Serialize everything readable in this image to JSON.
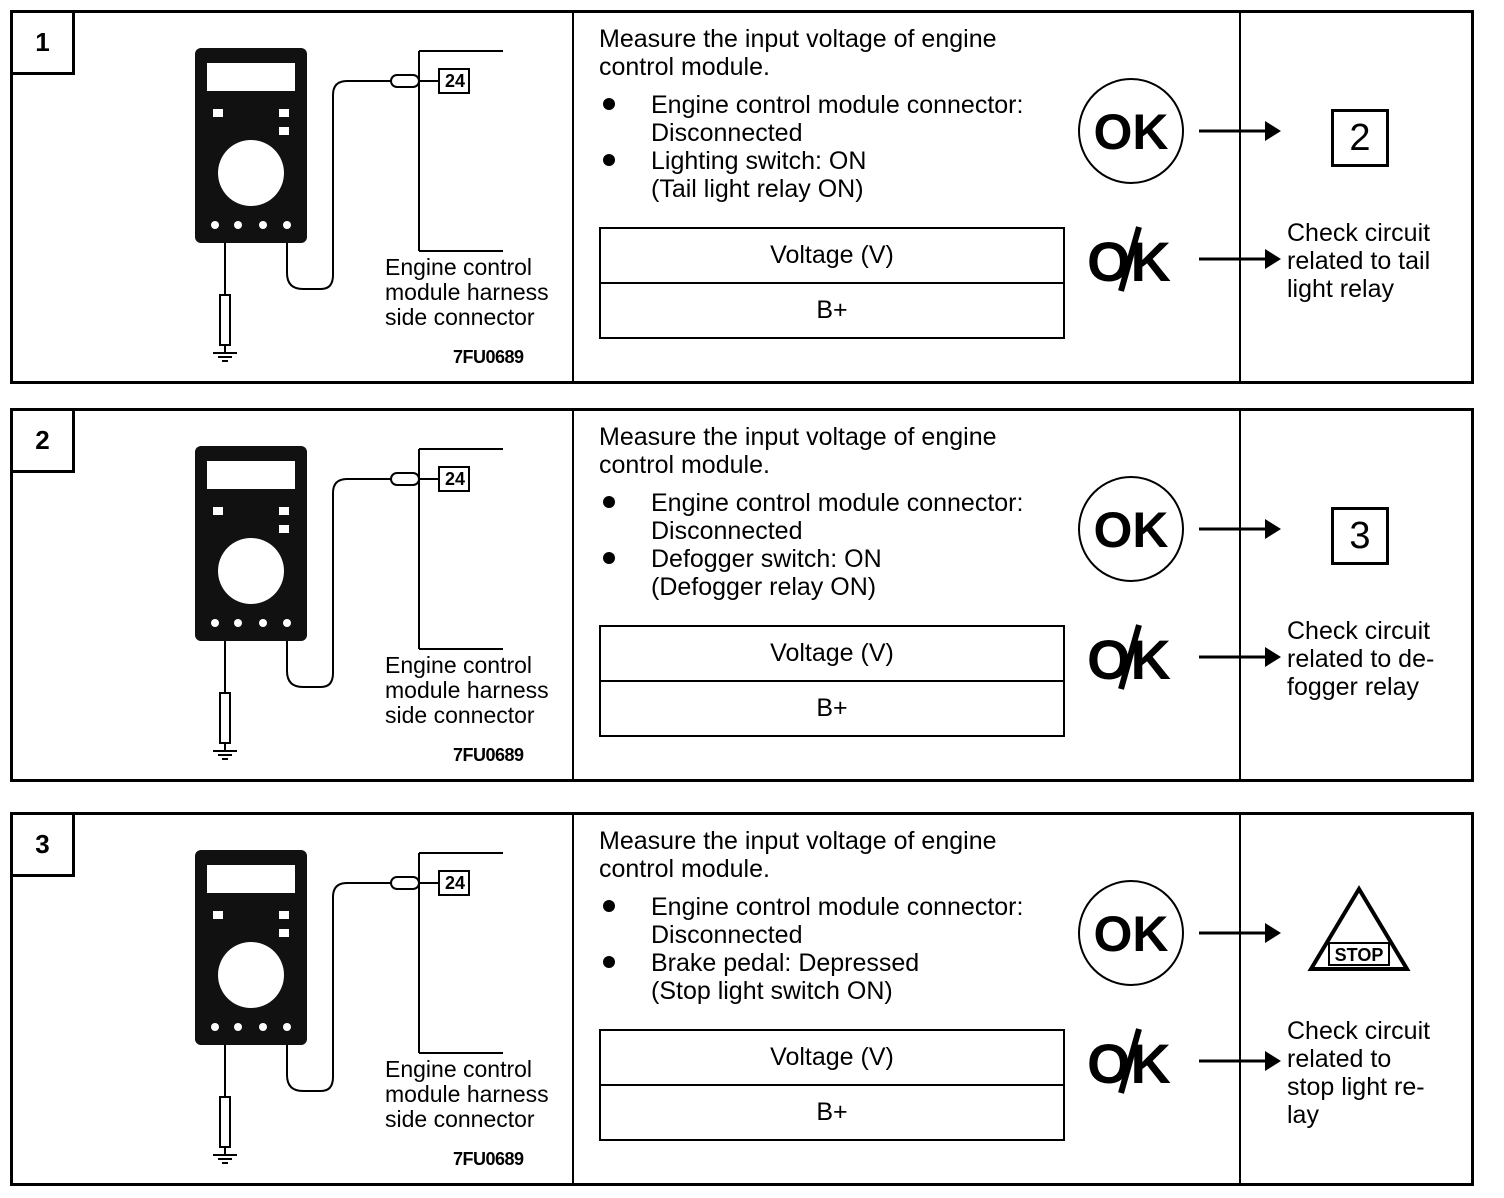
{
  "steps": [
    {
      "number": "1",
      "illustration": {
        "connector_pin": "24",
        "harness_label": "Engine control\nmodule harness\nside connector",
        "figure_id": "7FU0689"
      },
      "instruction": "Measure the input voltage of engine\ncontrol module.",
      "conditions": [
        "Engine control module connector:\nDisconnected",
        "Lighting switch: ON\n(Tail light relay ON)"
      ],
      "table": {
        "header": "Voltage  (V)",
        "value": "B+"
      },
      "ok_label": "OK",
      "ng_label": "NG",
      "ok_result": "2",
      "ng_result": "Check circuit\nrelated to tail\nlight relay"
    },
    {
      "number": "2",
      "illustration": {
        "connector_pin": "24",
        "harness_label": "Engine control\nmodule harness\nside connector",
        "figure_id": "7FU0689"
      },
      "instruction": "Measure the input voltage of engine\ncontrol module.",
      "conditions": [
        "Engine control module connector:\nDisconnected",
        "Defogger switch: ON\n(Defogger relay ON)"
      ],
      "table": {
        "header": "Voltage  (V)",
        "value": "B+"
      },
      "ok_label": "OK",
      "ng_label": "NG",
      "ok_result": "3",
      "ng_result": "Check circuit\nrelated to de-\nfogger relay"
    },
    {
      "number": "3",
      "illustration": {
        "connector_pin": "24",
        "harness_label": "Engine control\nmodule harness\nside connector",
        "figure_id": "7FU0689"
      },
      "instruction": "Measure the input voltage of engine\ncontrol module.",
      "conditions": [
        "Engine control module connector:\nDisconnected",
        "Brake pedal: Depressed\n(Stop light switch ON)"
      ],
      "table": {
        "header": "Voltage  (V)",
        "value": "B+"
      },
      "ok_label": "OK",
      "ng_label": "NG",
      "ok_result": "STOP",
      "ng_result": "Check circuit\nrelated to\nstop light re-\nlay"
    }
  ]
}
